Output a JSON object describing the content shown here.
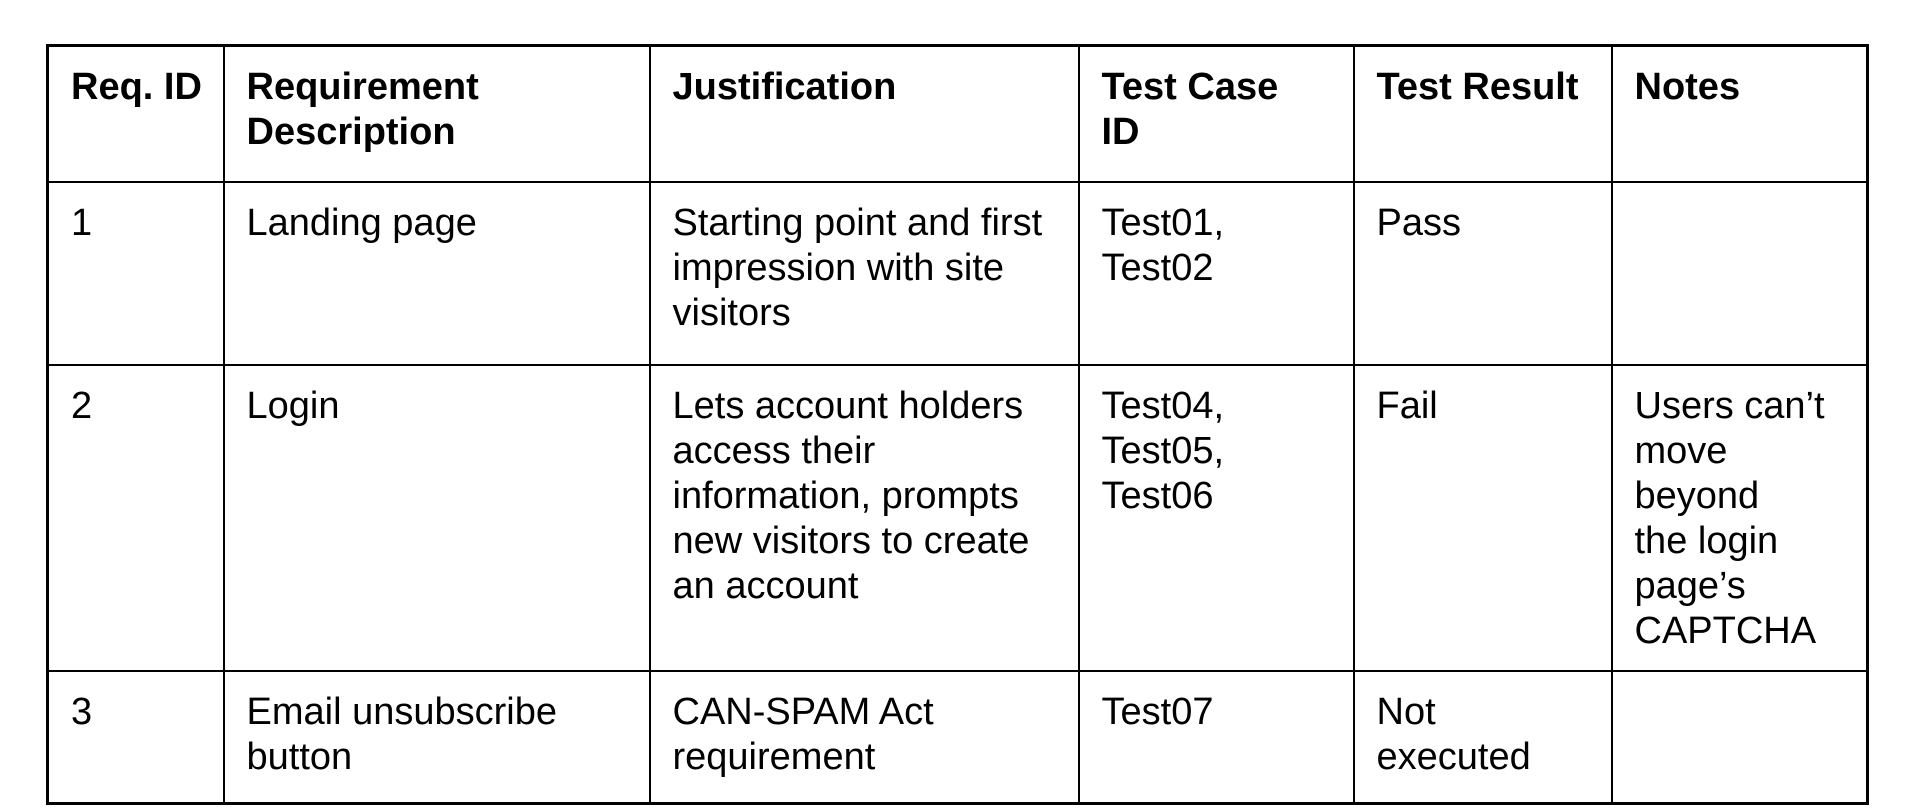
{
  "page": {
    "background": "#ffffff",
    "text_color": "#000000",
    "border_color": "#000000"
  },
  "table": {
    "headers": {
      "req_id": "Req. ID",
      "requirement_description": "Requirement\nDescription",
      "justification": "Justification",
      "test_case_id": "Test Case\nID",
      "test_result": "Test Result",
      "notes": "Notes"
    },
    "rows": [
      {
        "req_id": "1",
        "requirement_description": "Landing page",
        "justification": "Starting point and first\nimpression with site\nvisitors",
        "test_case_id": "Test01,\nTest02",
        "test_result": "Pass",
        "notes": ""
      },
      {
        "req_id": "2",
        "requirement_description": "Login",
        "justification": "Lets account holders\naccess their\ninformation, prompts\nnew visitors to create\nan account",
        "test_case_id": "Test04,\nTest05,\nTest06",
        "test_result": "Fail",
        "notes": "Users can’t\nmove beyond\nthe login\npage’s\nCAPTCHA"
      },
      {
        "req_id": "3",
        "requirement_description": "Email unsubscribe\nbutton",
        "justification": "CAN-SPAM Act\nrequirement",
        "test_case_id": "Test07",
        "test_result": "Not\nexecuted",
        "notes": ""
      }
    ]
  }
}
